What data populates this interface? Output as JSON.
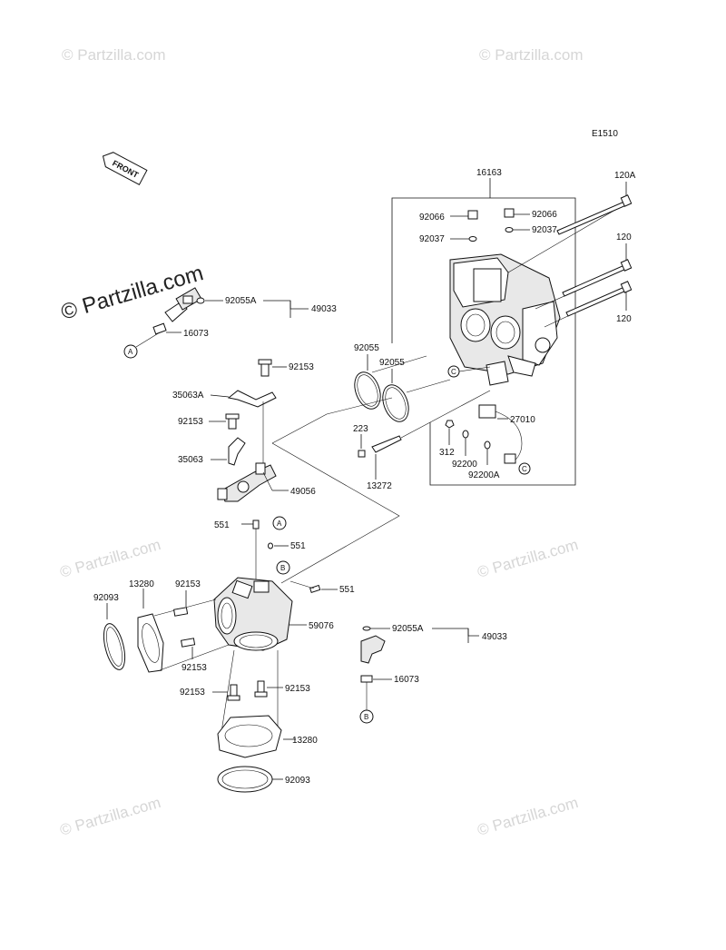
{
  "diagram_code": "E1510",
  "front_arrow_label": "FRONT",
  "watermark_text": "© Partzilla.com",
  "ref_letters": {
    "a": "A",
    "b": "B",
    "c": "C"
  },
  "parts": {
    "p16163": "16163",
    "p120a": "120A",
    "p120_top": "120",
    "p120_bot": "120",
    "p92066_l": "92066",
    "p92066_r": "92066",
    "p92037_l": "92037",
    "p92037_r": "92037",
    "p92055a_top": "92055A",
    "p49033_top": "49033",
    "p16073_top": "16073",
    "p92055_l": "92055",
    "p92055_r": "92055",
    "p92153_1": "92153",
    "p35063a": "35063A",
    "p92153_2": "92153",
    "p35063": "35063",
    "p49056": "49056",
    "p551_1": "551",
    "p551_2": "551",
    "p551_3": "551",
    "p223": "223",
    "p13272": "13272",
    "p27010": "27010",
    "p312": "312",
    "p92200": "92200",
    "p92200a": "92200A",
    "p92093_l": "92093",
    "p13280_l": "13280",
    "p92153_3": "92153",
    "p92153_4": "92153",
    "p59076": "59076",
    "p92055a_bot": "92055A",
    "p49033_bot": "49033",
    "p16073_bot": "16073",
    "p92153_5": "92153",
    "p92153_6": "92153",
    "p13280_b": "13280",
    "p92093_b": "92093"
  }
}
